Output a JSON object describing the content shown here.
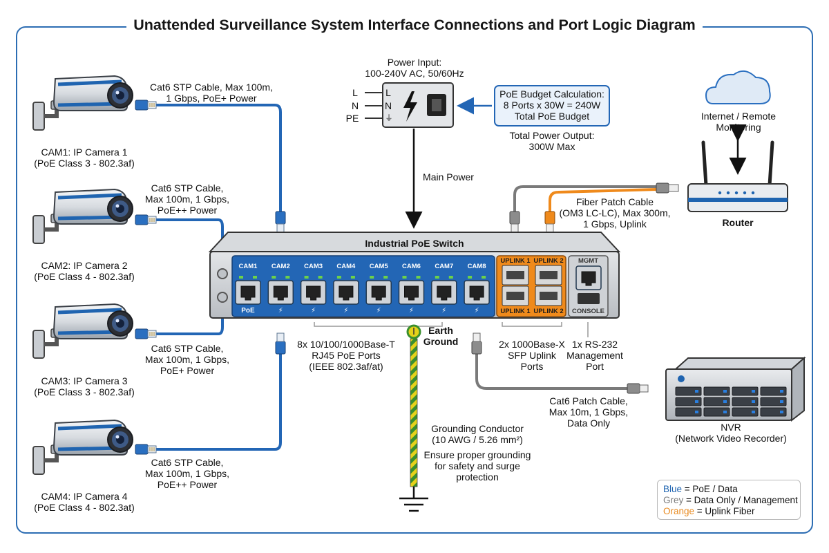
{
  "title": "Unattended Surveillance System Interface Connections and Port Logic Diagram",
  "cameras": [
    {
      "name": "CAM1: IP Camera 1",
      "class": "(PoE Class 3 - 802.3af)",
      "cable": [
        "Cat6 STP Cable, Max 100m,",
        "1 Gbps, PoE+ Power"
      ]
    },
    {
      "name": "CAM2: IP Camera 2",
      "class": "(PoE Class 4 - 802.3af)",
      "cable": [
        "Cat6 STP Cable,",
        "Max 100m, 1 Gbps,",
        "PoE++ Power"
      ]
    },
    {
      "name": "CAM3: IP Camera 3",
      "class": "(PoE Class 3 - 802.3af)",
      "cable": [
        "Cat6 STP Cable,",
        "Max 100m, 1 Gbps,",
        "PoE+ Power"
      ]
    },
    {
      "name": "CAM4: IP Camera 4",
      "class": "(PoE Class 4 - 802.3at)",
      "cable": [
        "Cat6 STP Cable,",
        "Max 100m, 1 Gbps,",
        "PoE++ Power"
      ]
    }
  ],
  "power": {
    "title": "Power Input:",
    "spec": "100-240V AC, 50/60Hz",
    "lines": [
      "L",
      "N",
      "PE"
    ],
    "main_power": "Main Power"
  },
  "budget": {
    "title": "PoE Budget Calculation:",
    "line1": "8 Ports x 30W = 240W",
    "line2": "Total PoE Budget",
    "output_title": "Total Power Output:",
    "output_value": "300W Max"
  },
  "internet": {
    "label_line1": "Internet / Remote",
    "label_line2": "Monitoring"
  },
  "router": {
    "label": "Router"
  },
  "fiber": {
    "lines": [
      "Fiber Patch Cable",
      "(OM3 LC-LC), Max 300m,",
      "1 Gbps, Uplink"
    ]
  },
  "switch": {
    "title": "Industrial PoE Switch",
    "ports": [
      "CAM1",
      "CAM2",
      "CAM3",
      "CAM4",
      "CAM5",
      "CAM6",
      "CAM7",
      "CAM8"
    ],
    "first_port_badge": "PoE",
    "uplinks": [
      "UPLINK 1",
      "UPLINK 2"
    ],
    "mgmt": "MGMT",
    "console": "CONSOLE"
  },
  "port_desc": {
    "poe": [
      "8x 10/100/1000Base-T",
      "RJ45 PoE Ports",
      "(IEEE 802.3af/at)"
    ],
    "sfp": [
      "2x 1000Base-X",
      "SFP Uplink",
      "Ports"
    ],
    "mgmt": [
      "1x RS-232",
      "Management",
      "Port"
    ]
  },
  "ground": {
    "earth": [
      "Earth",
      "Ground"
    ],
    "conductor_title": "Grounding Conductor",
    "conductor_spec": "(10 AWG / 5.26 mm²)",
    "note": [
      "Ensure proper grounding",
      "for safety and surge",
      "protection"
    ]
  },
  "nvr": {
    "cable": [
      "Cat6 Patch Cable,",
      "Max 10m, 1 Gbps,",
      "Data Only"
    ],
    "label": "NVR",
    "sub": "(Network Video Recorder)"
  },
  "legend": [
    {
      "key": "Blue",
      "text": " = PoE / Data",
      "color": "#1f64b0"
    },
    {
      "key": "Grey",
      "text": " = Data Only / Management",
      "color": "#7a7a7a"
    },
    {
      "key": "Orange",
      "text": " = Uplink Fiber",
      "color": "#e8891e"
    }
  ],
  "colors": {
    "poe_blue": "#1f64b0",
    "grey": "#7a7a7a",
    "orange": "#ef8a1c",
    "frame": "#2c6db3",
    "ground_green": "#3a8f2e",
    "ground_yellow": "#e6d21a"
  }
}
